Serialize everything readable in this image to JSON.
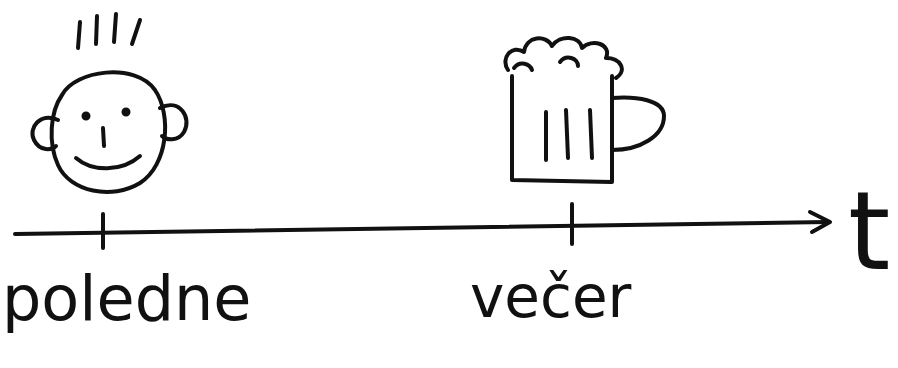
{
  "diagram": {
    "labels": [
      "poledne",
      "večer",
      "t"
    ]
  }
}
